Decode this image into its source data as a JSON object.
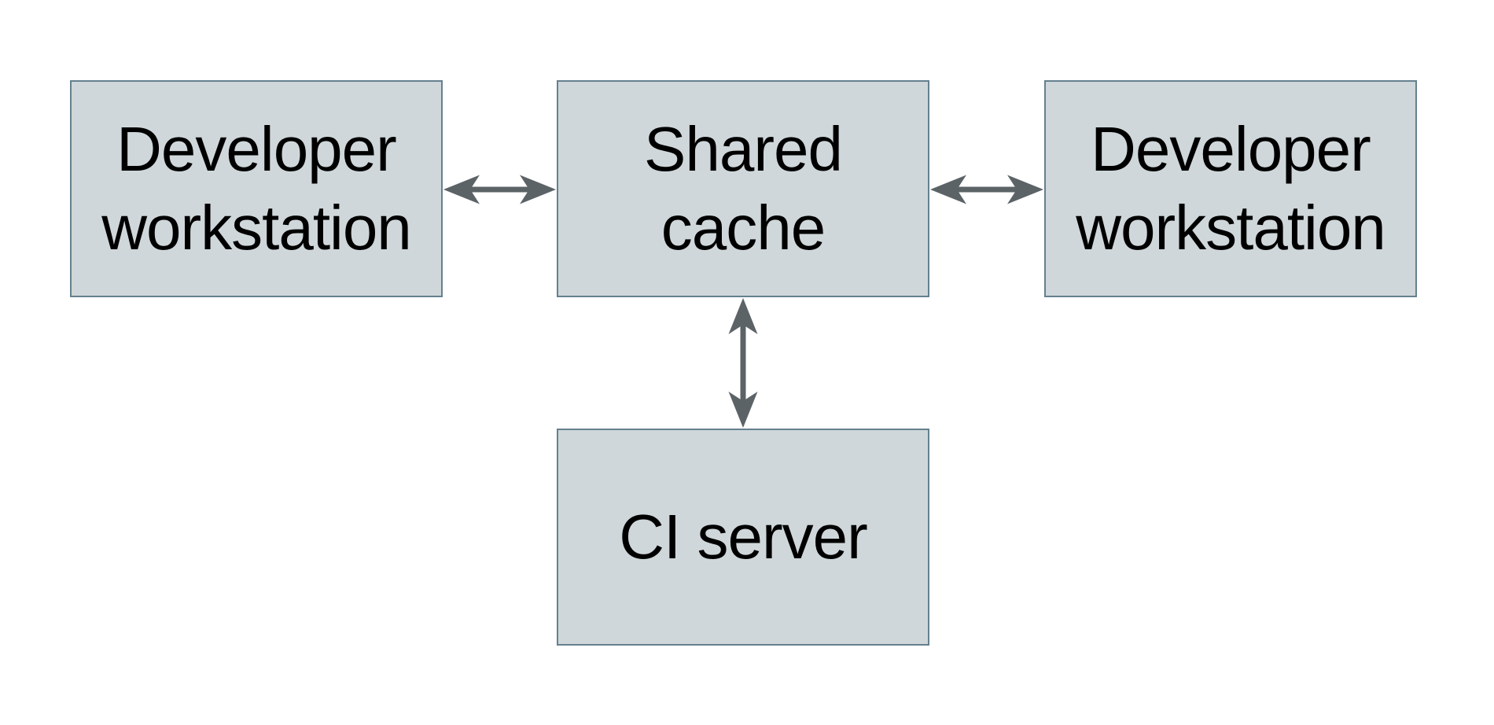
{
  "diagram": {
    "type": "architecture-diagram",
    "background": "#ffffff",
    "nodes": {
      "dev_left": {
        "label": "Developer\nworkstation"
      },
      "shared_cache": {
        "label": "Shared\ncache"
      },
      "dev_right": {
        "label": "Developer\nworkstation"
      },
      "ci_server": {
        "label": "CI server"
      }
    },
    "edges": [
      {
        "from": "Developer workstation (left)",
        "to": "Shared cache",
        "direction": "bidirectional"
      },
      {
        "from": "Shared cache",
        "to": "Developer workstation (right)",
        "direction": "bidirectional"
      },
      {
        "from": "Shared cache",
        "to": "CI server",
        "direction": "bidirectional"
      }
    ],
    "colors": {
      "node_fill": "#cfd7da",
      "node_border": "#65808f",
      "arrow": "#5c6367",
      "text": "#000000"
    }
  }
}
